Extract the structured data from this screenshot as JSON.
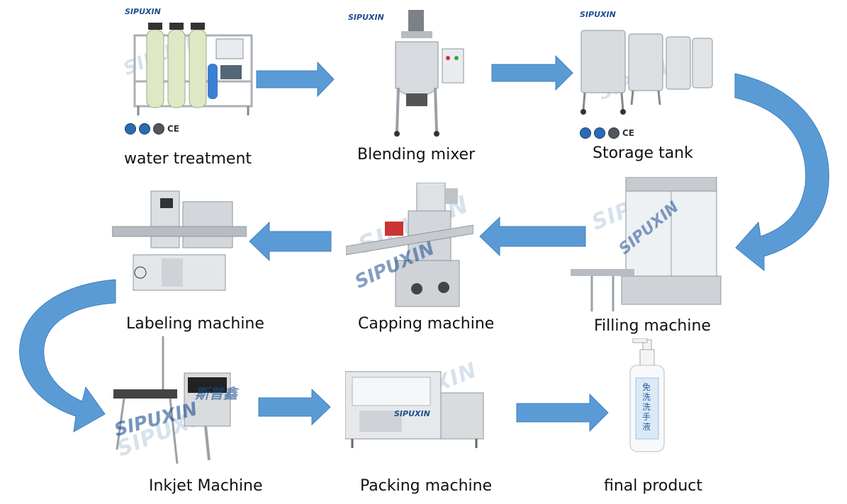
{
  "brand": "SIPUXIN",
  "brand_cn": "斯普鑫",
  "watermark": "SIPUXIN",
  "certifications": [
    "CE"
  ],
  "bottle_label_cn": "免洗洗手液",
  "colors": {
    "arrow": "#5b9bd5",
    "arrow_stroke": "#3f7fbf",
    "steel": "#c9ccd0",
    "brand_blue": "#1d4f8f"
  },
  "stages": [
    {
      "label": "water treatment"
    },
    {
      "label": "Blending mixer"
    },
    {
      "label": "Storage tank"
    },
    {
      "label": "Filling machine"
    },
    {
      "label": "Capping machine"
    },
    {
      "label": "Labeling machine"
    },
    {
      "label": "Inkjet Machine"
    },
    {
      "label": "Packing machine"
    },
    {
      "label": "final product"
    }
  ]
}
